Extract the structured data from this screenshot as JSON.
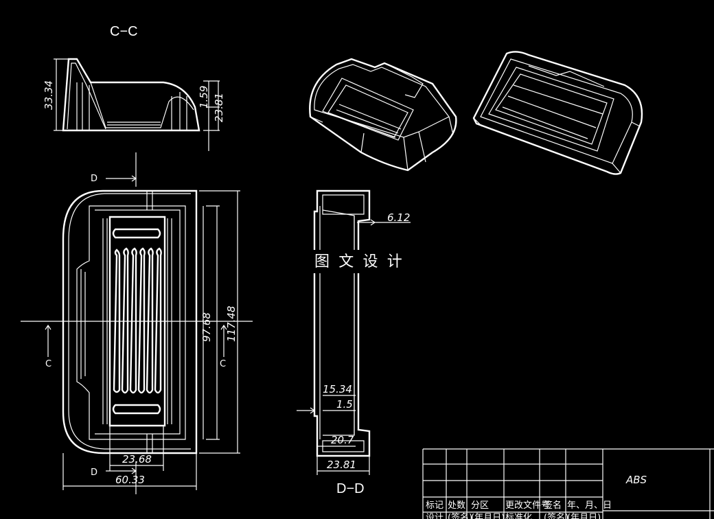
{
  "section_cc": "C−C",
  "section_dd": "D−D",
  "marks": {
    "d_top": "D",
    "d_bottom": "D",
    "c_left": "C",
    "c_right": "C"
  },
  "dims": {
    "h_33_34": "33.34",
    "h_1_59": "1.59",
    "h_23_81": "23.81",
    "w_97_68": "97.68",
    "w_117_48": "117.48",
    "w_23_68": "23.68",
    "w_60_33": "60.33",
    "d_6_12": "6.12",
    "d_15_34": "15.34",
    "d_1_5": "1.5",
    "d_20_7": "20.7",
    "d_23_81": "23.81"
  },
  "watermark": "图 文 设 计",
  "title_block": {
    "material": "ABS",
    "headers": [
      "标记",
      "处数",
      "分区",
      "更改文件号",
      "签名",
      "年、月、日"
    ],
    "row2": [
      "设计",
      "(签名)",
      "(年月日)",
      "标准化",
      "(签名)",
      "(年月日)"
    ]
  }
}
